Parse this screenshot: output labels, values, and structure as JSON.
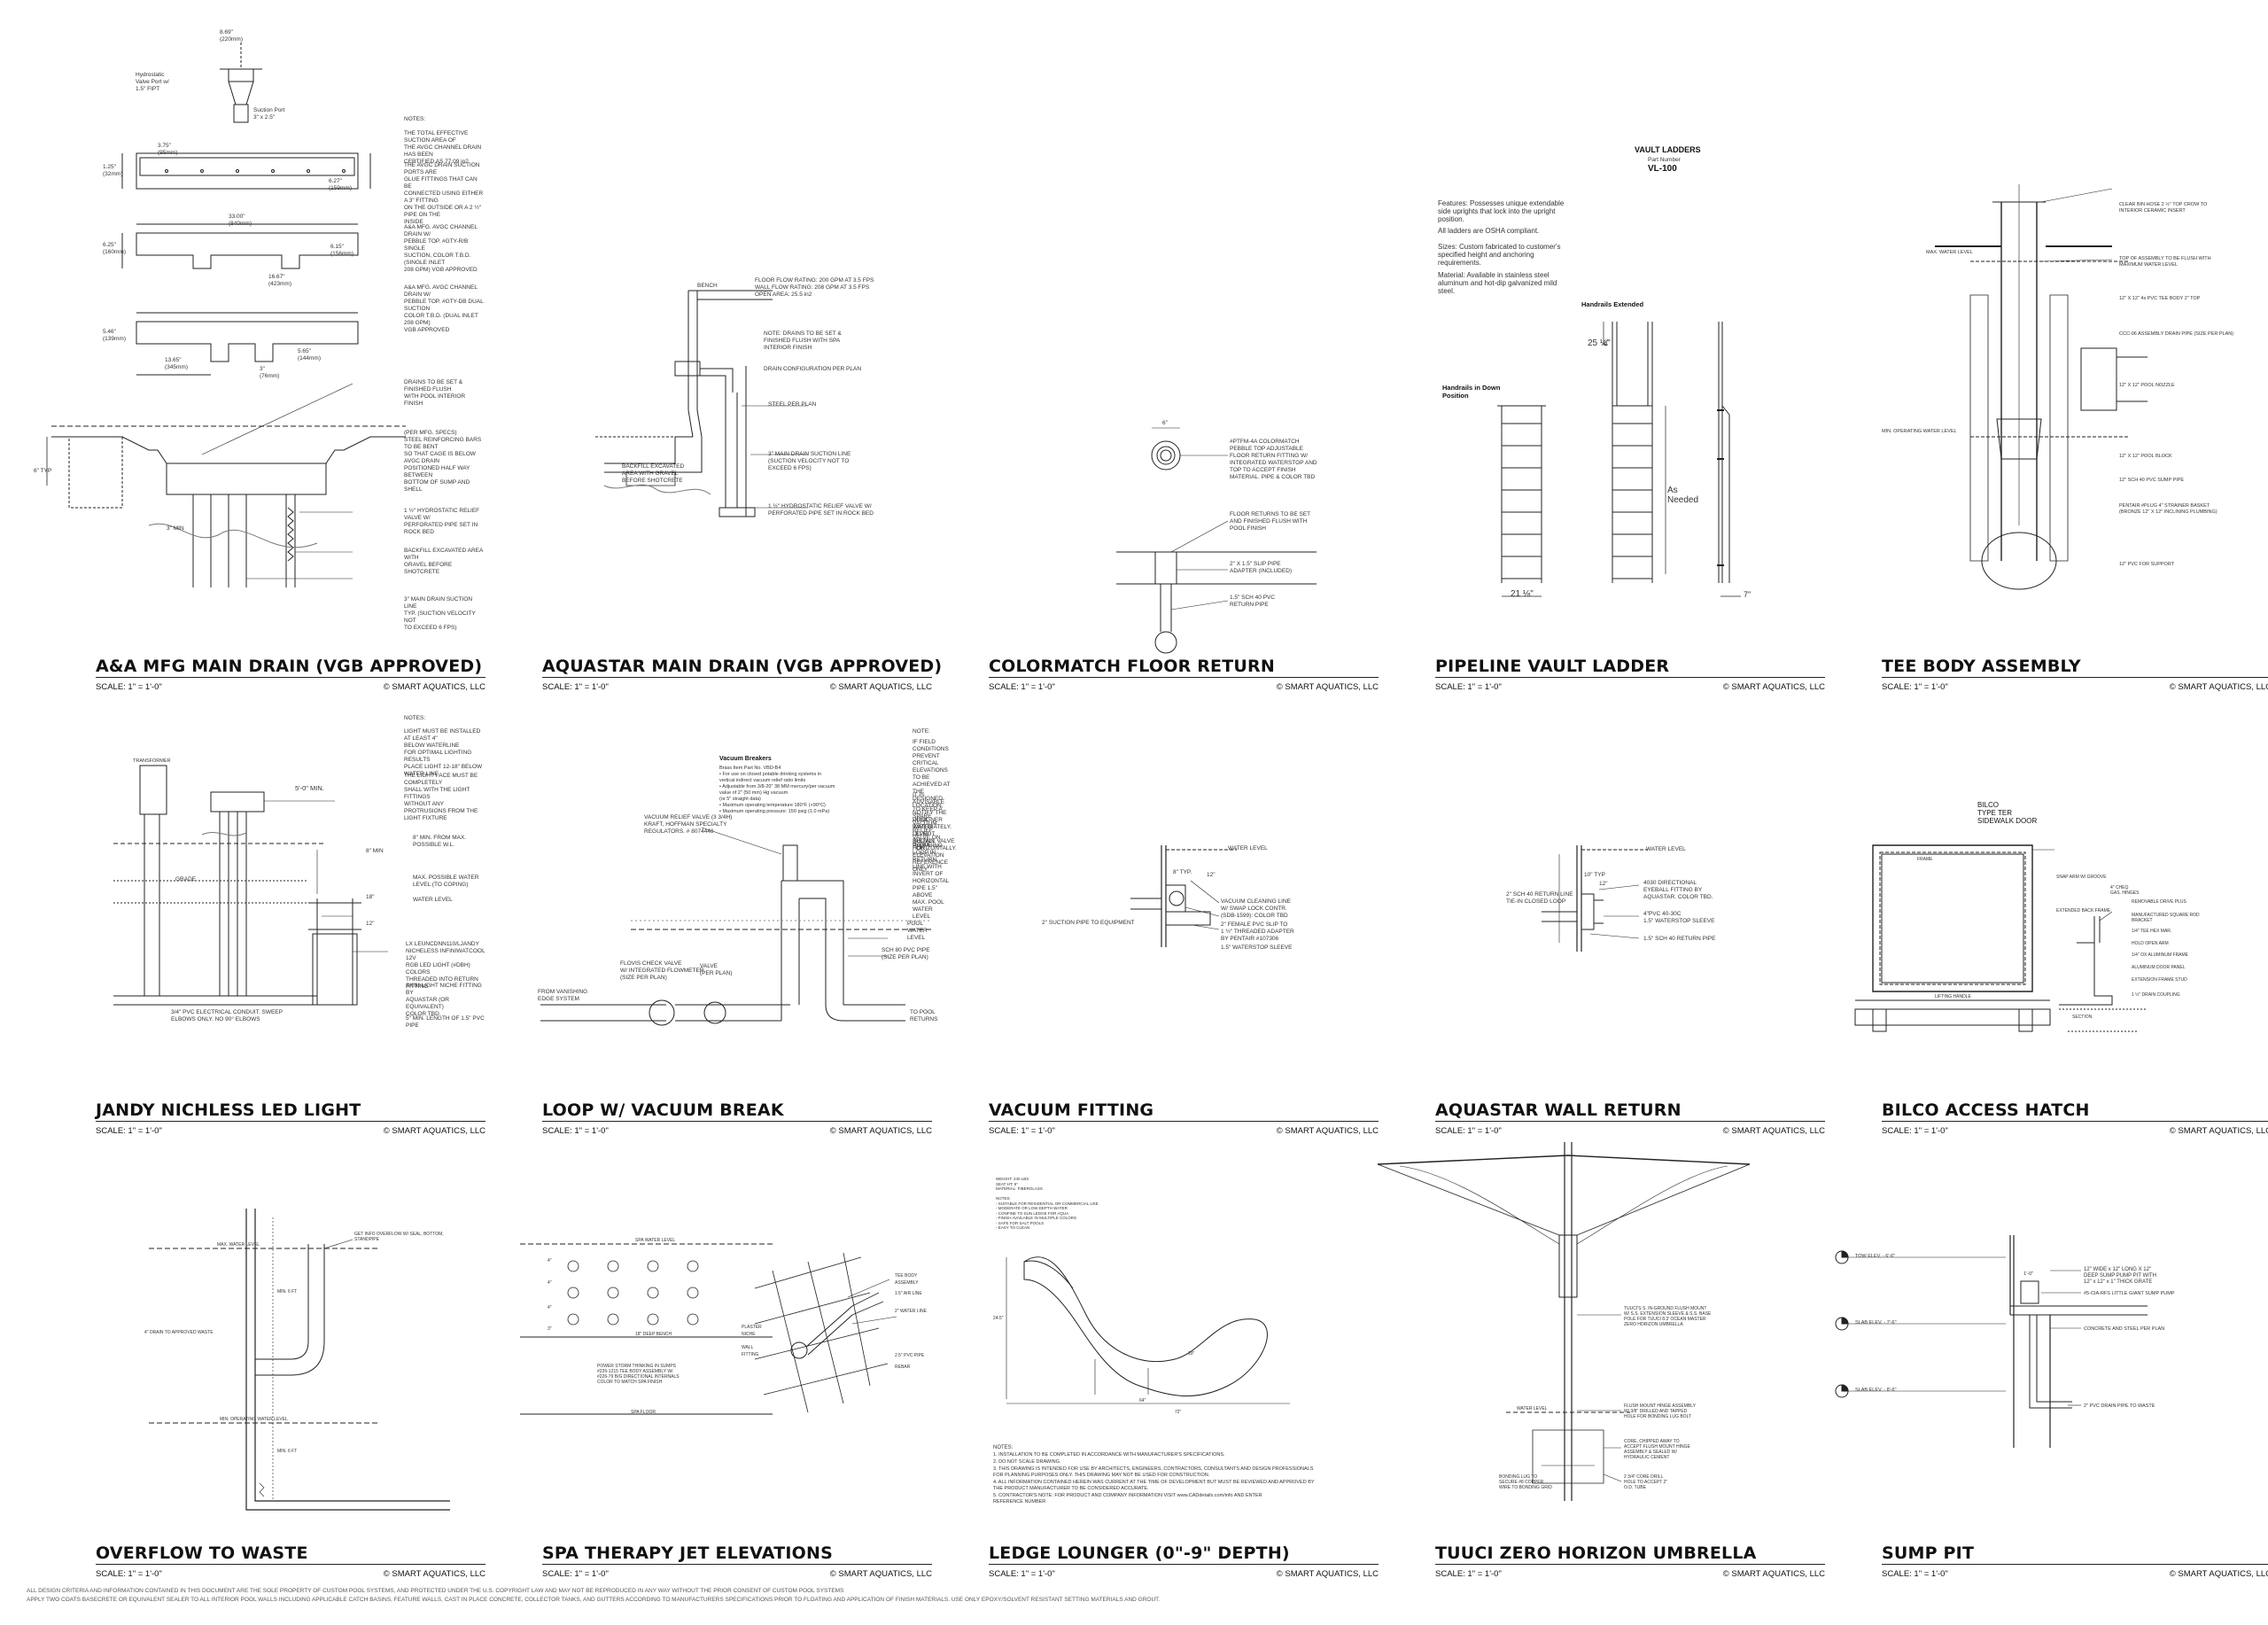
{
  "scale_text": "SCALE: 1\" = 1'-0\"",
  "copyright": "© SMART AQUATICS, LLC",
  "panels": [
    {
      "title": "A&A MFG MAIN DRAIN (VGB APPROVED)",
      "notes": [
        "NOTES:",
        "THE TOTAL EFFECTIVE SUCTION AREA OF\nTHE AVGC CHANNEL DRAIN HAS BEEN\nCERTIFIED AS 77.09 in2",
        "THE AVGC DRAIN SUCTION PORTS ARE\nGLUE FITTINGS THAT CAN BE\nCONNECTED USING EITHER A 3\" FITTING\nON THE OUTSIDE OR A 2 ½\" PIPE ON THE\nINSIDE",
        "A&A MFG. AVGC CHANNEL DRAIN W/\nPEBBLE TOP. #GTY-R/B SINGLE\nSUCTION, COLOR T.B.D. (SINGLE INLET\n208 GPM) VGB APPROVED",
        "A&A MFG. AVGC CHANNEL DRAIN W/\nPEBBLE TOP. #GTY-DB DUAL SUCTION\nCOLOR T.B.D. (DUAL INLET 208 GPM)\nVGB APPROVED",
        "DRAINS TO BE SET & FINISHED FLUSH\nWITH POOL INTERIOR FINISH",
        "(PER MFG. SPECS)\nSTEEL REINFORCING BARS TO BE BENT\nSO THAT CAGE IS BELOW AVGC DRAIN\nPOSITIONED HALF WAY BETWEEN\nBOTTOM OF SUMP AND SHELL",
        "1 ½\" HYDROSTATIC RELIEF VALVE W/\nPERFORATED PIPE SET IN ROCK BED",
        "BACKFILL EXCAVATED AREA WITH\nGRAVEL BEFORE SHOTCRETE",
        "3\" MAIN DRAIN SUCTION LINE\nTYP. (SUCTION VELOCITY NOT\nTO EXCEED 6 FPS)"
      ],
      "dims": [
        "8.69\"\n(220mm)",
        "Hydrostatic\nValve Port w/\n1.5\" FIPT",
        "Suction Port\n3\" x 2.5\"",
        "3.75\"\n(95mm)",
        "1.25\"\n(32mm)",
        "6.27\"\n(159mm)",
        "33.00\"\n(840mm)",
        "6.25\"\n(160mm)",
        "6.15\"\n(156mm)",
        "16.67\"\n(423mm)",
        "5.46\"\n(139mm)",
        "13.65\"\n(345mm)",
        "3\"\n(76mm)",
        "5.65\"\n(144mm)",
        "6\" TYP",
        "3\" MIN"
      ]
    },
    {
      "title": "AQUASTAR MAIN DRAIN (VGB APPROVED)",
      "notes": [
        "FLOOR FLOW RATING: 200 GPM AT 3.5 FPS\nWALL FLOW RATING: 208 GPM AT 3.5 FPS\nOPEN AREA: 25.5 in2",
        "NOTE: DRAINS TO BE SET &\nFINISHED FLUSH WITH SPA\nINTERIOR FINISH",
        "DRAIN CONFIGURATION PER PLAN",
        "STEEL PER PLAN",
        "BACKFILL EXCAVATED\nAREA WITH GRAVEL\nBEFORE SHOTCRETE",
        "3\" MAIN DRAIN SUCTION LINE\n(SUCTION VELOCITY NOT TO\nEXCEED 6 FPS)",
        "1 ½\" HYDROSTATIC RELIEF VALVE W/\nPERFORATED PIPE SET IN ROCK BED"
      ],
      "dims": [
        "BENCH"
      ]
    },
    {
      "title": "COLORMATCH FLOOR RETURN",
      "notes": [
        "#PTFM-4A COLORMATCH\nPEBBLE TOP ADJUSTABLE\nFLOOR RETURN FITTING W/\nINTEGRATED WATERSTOP AND\nTOP TO ACCEPT FINISH\nMATERIAL. PIPE & COLOR TBD",
        "FLOOR RETURNS TO BE SET\nAND FINISHED FLUSH WITH\nPOOL FINISH",
        "2\" X 1.5\" SLIP PIPE\nADAPTER (INCLUDED)",
        "1.5\" SCH 40 PVC\nRETURN PIPE"
      ],
      "dims": [
        "6\""
      ]
    },
    {
      "title": "PIPELINE VAULT LADDER",
      "header": "VAULT LADDERS",
      "sub": "Part Number",
      "model": "VL-100",
      "features": "Features: Possesses unique extendable\nside uprights that lock into the upright\nposition.",
      "osha": "All ladders are OSHA compliant.",
      "sizes": "Sizes: Custom fabricated to customer's\nspecified height and anchoring\nrequirements.",
      "material": "Material: Available in stainless steel\naluminum and hot-dip galvanized mild\nsteel.",
      "ext": "Handrails Extended",
      "down": "Handrails in Down\nPosition",
      "dim_top": "25 ½\"",
      "dim_h": "As\nNeeded",
      "dim_w": "21 ⅛\"",
      "dim_d": "7\""
    },
    {
      "title": "TEE BODY ASSEMBLY",
      "notes": [
        "CLEAR BIN HOSE 2 ½\" TOP CROW TO\nINTERIOR CERAMIC INSERT",
        "TOP OF ASSEMBLY TO BE FLUSH WITH\nMAXIMUM WATER LEVEL",
        "12\" X 12\" 4x PVC TEE BODY 2\" TOP",
        "CCC-06 ASSEMBLY DRAIN PIPE (SIZE PER PLAN)",
        "12\" X 12\" POOL NOZZLE",
        "12\" X 12\" POOL BLOCK",
        "12\" SCH 40 PVC SUMP PIPE",
        "PENTAIR #PLUG 4\" STRAINER BASKET\n(BRONZE 12\" X 12\" INCLINING PLUMBING)",
        "12\" PVC FOR SUPPORT"
      ],
      "dims": [
        "MAX. WATER LEVEL",
        "MIN. OPERATING WATER LEVEL"
      ]
    },
    {
      "title": "JANDY NICHLESS LED LIGHT",
      "notes": [
        "NOTES:",
        "LIGHT MUST BE INSTALLED AT LEAST 4\"\nBELOW WATERLINE",
        "FOR OPTIMAL LIGHTING RESULTS\nPLACE LIGHT 12-18\" BELOW WATER LINE",
        "THE LIGHT FACE MUST BE COMPLETELY\nSHALL WITH THE LIGHT FITTINGS\nWITHOUT ANY PROTRUSIONS FROM THE\nLIGHT FIXTURE"
      ],
      "dims": [
        "TRANSFORMER",
        "5'-0\" MIN.",
        "8\" MIN. FROM MAX. POSSIBLE W.L.",
        "MAX. POSSIBLE WATER LEVEL (TO COPING)",
        "GRADE",
        "WATER LEVEL",
        "8\" MIN",
        "18\"",
        "12\"",
        "LX LEUNCDNN110/LJANDY\nNICHELESS INFINIWATCOOL 12V\nRGB LED LIGHT (#DBH) COLORS\nTHREADED INTO RETURN FITTING",
        "3/4\" PVC ELECTRICAL CONDUIT. SWEEP\nELBOWS ONLY. NO 90° ELBOWS",
        "SKIM LIGHT NICHE FITTING BY\nAQUASTAR (OR EQUIVALENT)\nCOLOR TBD",
        "5\" MIN. LENGTH OF 1.5\" PVC PIPE"
      ]
    },
    {
      "title": "LOOP W/ VACUUM BREAK",
      "vac_title": "Vacuum Breakers",
      "vac_text": "Brass Item Part No. VBD-B4\n• For use on closed potable drinking systems in\n  vertical indirect vacuum relief ratio limits\n• Adjustable from 3/8-20\" 38 MM mercury/per vacuum\n  value of 2\" (50 mm) Hg vacuum\n  (or 5\" straight data)\n• Maximum operating temperature 180°F (+90°C)\n• Maximum operating pressure: 150 psig (1.0 mPa)",
      "notes": [
        "NOTE:",
        "IF FIELD CONDITIONS PREVENT CRITICAL\nELEVATIONS TO BE ACHIEVED AT THE\nDESIGNED LOCATION, NOTIFY THE\nDESIGNER IMMEDIATELY. DO NOT\nINSTALL VALVE HORIZONTALLY.",
        "IT IS ADVISABLE TO KEEP A SPARE\nVACUUM RELIEF VALVE ON HAND.",
        "POOL WATER LEVEL SHOWN FOR\nELEVATION REFERENCE ONLY",
        "PLUMBING LOOP IN RETURN\nLINE WITH INVERT OF\nHORIZONTAL PIPE 1.5\" ABOVE\nMAX. POOL WATER LEVEL",
        "POOL WATER LEVEL",
        "SCH 80 PVC PIPE (SIZE PER PLAN)",
        "TO POOL RETURNS",
        "VACUUM RELIEF VALVE (3 3/4H)\nKRAFT, HOFFMAN SPECIALTY\nREGULATORS. # 8074448",
        "FLOVIS CHECK VALVE\nW/ INTEGRATED FLOWMETER\n(SIZE PER PLAN)",
        "VALVE\n(PER PLAN)",
        "FROM VANISHING\nEDGE SYSTEM"
      ]
    },
    {
      "title": "VACUUM FITTING",
      "notes": [
        "WATER LEVEL",
        "VACUUM CLEANING LINE\nW/ SWAP LOCK CONTR.\n(SDB-1599): COLOR TBD",
        "2\" FEMALE PVC SLIP TO\n1 ½\" THREADED ADAPTER\nBY PENTAIR #107306",
        "1.5\" WATERSTOP SLEEVE",
        "2\" SUCTION PIPE TO EQUIPMENT"
      ],
      "dims": [
        "8\" TYP.",
        "12\""
      ]
    },
    {
      "title": "AQUASTAR WALL RETURN",
      "notes": [
        "WATER LEVEL",
        "2\" SCH 40 RETURN LINE\nTIE-IN CLOSED LOOP",
        "4030 DIRECTIONAL\nEYEBALL FITTING BY\nAQUASTAR. COLOR TBD.",
        "4\"PVC 40-30C\n1.5\" WATERSTOP SLEEVE",
        "1.5\" SCH 40 RETURN PIPE"
      ],
      "dims": [
        "10\" TYP",
        "12\""
      ]
    },
    {
      "title": "BILCO ACCESS HATCH",
      "notes": [
        "BILCO\nTYPE TER\nSIDEWALK DOOR",
        "SNAP ARM W/ GROOVE",
        "EXTENDED BACK FRAME",
        "4\" CHEQ\nGAS. HINGES",
        "REMOVABLE DRIVE PLUS",
        "MANUFACTURED SQUARE ROD\nBRACKET",
        "1/4\" TEE HEX MAR.",
        "HOLD OPEN ARM",
        "1/4\" OX ALUMINUM FRAME",
        "ALUMINUM DOOR PANEL",
        "EXTENSION FRAME STUD",
        "1 ½\" DRAIN COUPLING"
      ],
      "dims": [
        "SECTION",
        "FRAME",
        "LIFTING HANDLE"
      ]
    },
    {
      "title": "OVERFLOW TO WASTE",
      "notes": [
        "GET INFO OVERFLOW W/ SEAL, BOTTOM,\nSTANDPIPE"
      ],
      "dims": [
        "MAX. WATER LEVEL",
        "4\" DRAIN TO APPROVED WASTE",
        "MIN. OPERATING WATER LEVEL",
        "MIN. 6 FT",
        "MIN. 6 FT"
      ]
    },
    {
      "title": "SPA THERAPY JET ELEVATIONS",
      "notes": [
        "SPA WATER LEVEL",
        "18\" DEEP BENCH",
        "POWER STORM THINKING IN SUMPS\n#226-1215 TEE BODY ASSEMBLY W/\n#226-79 B/G DIRECTIONAL INTERNALS\nCOLOR TO MATCH SPA FINISH",
        "SPA FLOOR",
        "TEE BODY ASSEMBLY",
        "1.5\" AIR LINE",
        "2\" WATER LINE",
        "PLASTER\nNICHE",
        "WALL\nFITTING",
        "2.5\" PVC PIPE",
        "REBAR"
      ],
      "dims": [
        "4\"",
        "4\"",
        "4\"",
        "3\""
      ]
    },
    {
      "title": "LEDGE LOUNGER (0\"-9\" DEPTH)",
      "spec": "WEIGHT: 240 LBS\nSEAT HT: 9\"\nMATERIAL: FIBERGLASS\n\nNOTES:\n- SUITABLE FOR RESIDENTIAL OR COMMERCIAL USE\n- MODERATE OR LOW DEPTH WATER\n- CONFINE TO SUN LEDGE FOR AQUA\n- FINISH AVAILABLE IN MULTIPLE COLORS\n- SAFE FOR SALT POOLS\n- EASY TO CLEAN",
      "notes_head": "NOTES:",
      "notes_list": [
        "1.  INSTALLATION TO BE COMPLETED IN ACCORDANCE WITH MANUFACTURER'S SPECIFICATIONS.",
        "2.  DO NOT SCALE DRAWING.",
        "3.  THIS DRAWING IS INTENDED FOR USE BY ARCHITECTS, ENGINEERS, CONTRACTORS, CONSULTANTS AND DESIGN PROFESSIONALS\n     FOR PLANNING PURPOSES ONLY. THIS DRAWING MAY NOT BE USED FOR CONSTRUCTION.",
        "4.  ALL INFORMATION CONTAINED HEREIN WAS CURRENT AT THE TIME OF DEVELOPMENT BUT MUST BE REVIEWED AND APPROVED BY\n     THE PRODUCT MANUFACTURER TO BE CONSIDERED ACCURATE.",
        "5.  CONTRACTOR'S NOTE: FOR PRODUCT AND COMPANY INFORMATION VISIT www.CADdetails.com/info AND ENTER\n     REFERENCE NUMBER"
      ],
      "dims": [
        "24.5\"",
        "19\"",
        "64\"",
        "72\""
      ]
    },
    {
      "title": "TUUCI ZERO HORIZON UMBRELLA",
      "notes": [
        "TUUCI'S S. IN-GROUND FLUSH MOUNT\nW/ S.S. EXTENSION SLEEVE & S.S. BASE\nPOLE FOR TUUCI 8.3' OCEAN MASTER\nZERO HORIZON UMBRELLA",
        "FLUSH MOUNT HINGE ASSEMBLY\nW/ 3/8\" DRILLED AND TAPPED\nHOLE FOR BONDING LUG BOLT",
        "CORE, CHIPPED AWAY TO\nACCEPT FLUSH MOUNT HINGE\nASSEMBLY & SEALED W/\nHYDRAULIC CEMENT",
        "2 3/4\" CORE DRILL\nHOLE TO ACCEPT 2\"\nO.D. TUBE",
        "BONDING LUG TO\nSECURE #8 COPPER\nWIRE TO BONDING GRID"
      ],
      "dims": [
        "WATER LEVEL"
      ]
    },
    {
      "title": "SUMP PIT",
      "levels": [
        "TOW ELEV. - 6'-6\"",
        "SLAB ELEV. - 7'-6\"",
        "SLAB ELEV. - 8'-6\""
      ],
      "notes": [
        "12\" WIDE x 12\" LONG X 12\"\nDEEP SUMP PUMP PIT WITH\n12\" x 12\" x 1\" THICK GRATE",
        "#5-CIA-RFS LITTLE GIANT SUMP PUMP",
        "CONCRETE AND STEEL PER PLAN",
        "2\" PVC DRAIN PIPE TO WASTE"
      ],
      "dims": [
        "1'-0\""
      ]
    }
  ],
  "footer": [
    "ALL DESIGN CRITERIA AND INFORMATION CONTAINED IN THIS DOCUMENT ARE THE SOLE PROPERTY OF CUSTOM POOL SYSTEMS, AND PROTECTED UNDER THE U.S. COPYRIGHT LAW AND MAY NOT BE REPRODUCED IN ANY WAY WITHOUT THE PRIOR CONSENT OF CUSTOM POOL SYSTEMS",
    "APPLY TWO COATS BASECRETE OR EQUIVALENT SEALER TO ALL INTERIOR POOL WALLS INCLUDING APPLICABLE CATCH BASINS, FEATURE WALLS, CAST IN PLACE CONCRETE, COLLECTOR TANKS, AND GUTTERS ACCORDING TO MANUFACTURERS SPECIFICATIONS PRIOR TO FLOATING AND APPLICATION OF FINISH MATERIALS. USE ONLY EPOXY/SOLVENT RESISTANT SETTING MATERIALS AND GROUT."
  ]
}
